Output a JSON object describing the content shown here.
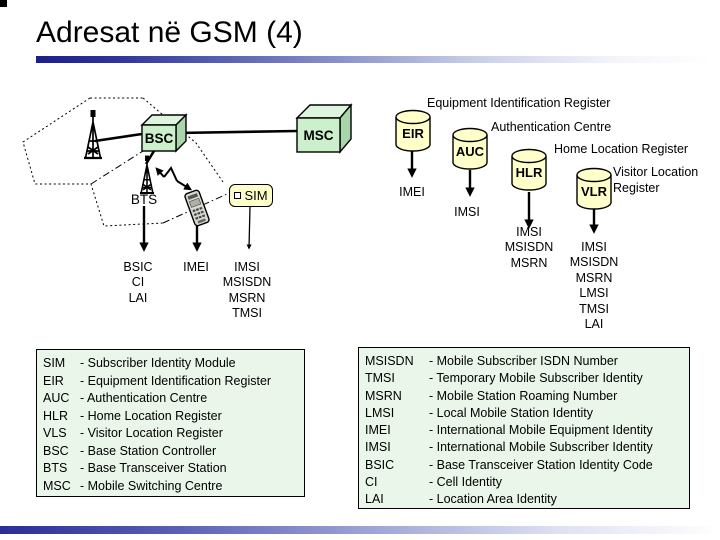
{
  "slide": {
    "title": "Adresat në GSM (4)"
  },
  "diagram": {
    "nodes": {
      "bsc": "BSC",
      "msc": "MSC",
      "bts": "BTS",
      "sim": "SIM",
      "eir": "EIR",
      "auc": "AUC",
      "hlr": "HLR",
      "vlr": "VLR"
    },
    "captions": {
      "eir": "Equipment Identification Register",
      "auc": "Authentication Centre",
      "hlr": "Home Location Register",
      "vlr": "Visitor Location Register"
    },
    "addresses": {
      "bts": [
        "BSIC",
        "CI",
        "LAI"
      ],
      "phone": "IMEI",
      "sim": [
        "IMSI",
        "MSISDN",
        "MSRN",
        "TMSI"
      ],
      "eir": "IMEI",
      "auc": "IMSI",
      "hlr": [
        "IMSI",
        "MSISDN",
        "MSRN"
      ],
      "vlr": [
        "IMSI",
        "MSISDN",
        "MSRN",
        "LMSI",
        "TMSI",
        "LAI"
      ]
    }
  },
  "legend_left": {
    "rows": [
      {
        "abbr": "SIM",
        "def": "- Subscriber Identity Module"
      },
      {
        "abbr": "EIR",
        "def": "- Equipment Identification Register"
      },
      {
        "abbr": "AUC",
        "def": "- Authentication Centre"
      },
      {
        "abbr": "HLR",
        "def": "- Home Location Register"
      },
      {
        "abbr": "VLS",
        "def": "- Visitor Location Register"
      },
      {
        "abbr": "BSC",
        "def": "- Base Station Controller"
      },
      {
        "abbr": "BTS",
        "def": "- Base Transceiver Station"
      },
      {
        "abbr": "MSC",
        "def": "- Mobile Switching Centre"
      }
    ]
  },
  "legend_right": {
    "rows": [
      {
        "abbr": "MSISDN",
        "def": "- Mobile Subscriber ISDN Number"
      },
      {
        "abbr": "TMSI",
        "def": "- Temporary Mobile Subscriber Identity"
      },
      {
        "abbr": "MSRN",
        "def": "- Mobile Station Roaming Number"
      },
      {
        "abbr": "LMSI",
        "def": "- Local Mobile Station Identity"
      },
      {
        "abbr": "IMEI",
        "def": "- International Mobile Equipment Identity"
      },
      {
        "abbr": "IMSI",
        "def": "- International Mobile Subscriber Identity"
      },
      {
        "abbr": "BSIC",
        "def": "- Base Transceiver Station Identity Code"
      },
      {
        "abbr": "CI",
        "def": "- Cell Identity"
      },
      {
        "abbr": "LAI",
        "def": "- Location Area Identity"
      }
    ]
  },
  "colors": {
    "accent_bar_blue": "#1c1e8a",
    "node_box_green": "#ccefcc",
    "database_yellow": "#ffffca",
    "legend_background": "#e9f6e9"
  }
}
